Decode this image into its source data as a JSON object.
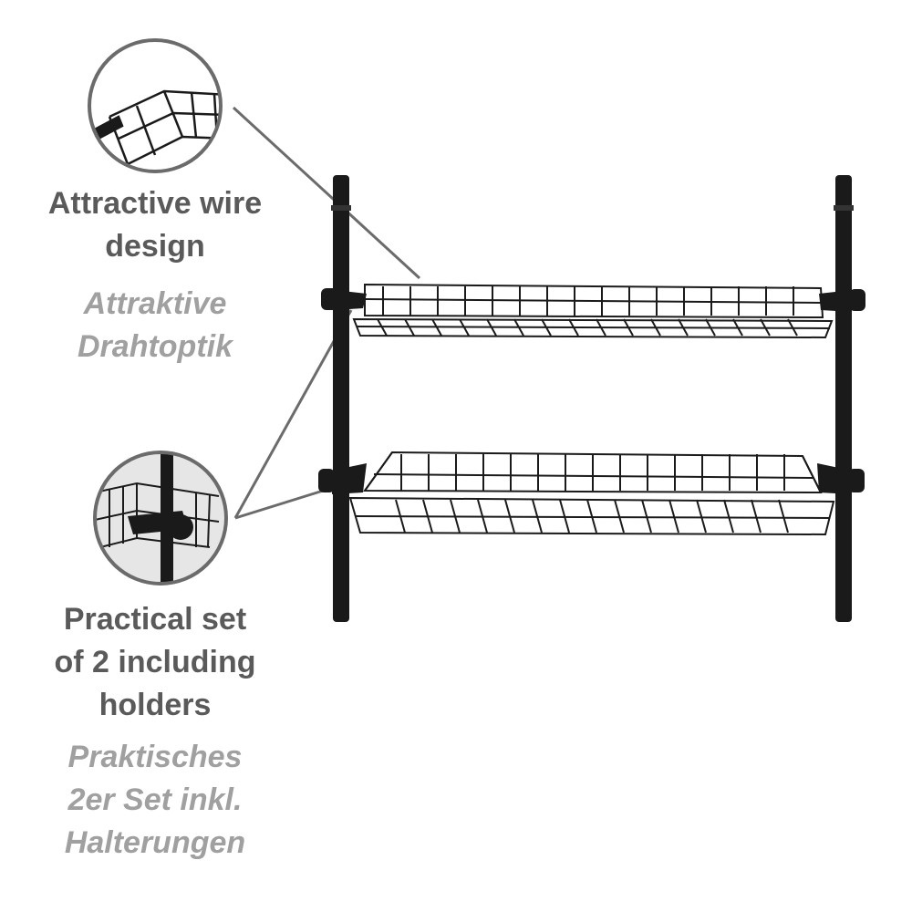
{
  "callouts": [
    {
      "en_lines": [
        "Attractive wire",
        "design"
      ],
      "de_lines": [
        "Attraktive",
        "Drahtoptik"
      ],
      "detail_icon": "wire-basket-corner-detail"
    },
    {
      "en_lines": [
        "Practical set",
        "of 2 including",
        "holders"
      ],
      "de_lines": [
        "Praktisches",
        "2er Set inkl.",
        "Halterungen"
      ],
      "detail_icon": "pole-holder-clamp-detail"
    }
  ],
  "colors": {
    "english_text": "#5a5a5a",
    "german_text": "#a0a0a0",
    "product_black": "#1a1a1a",
    "callout_line": "#6b6b6b",
    "circle_stroke": "#6b6b6b"
  }
}
